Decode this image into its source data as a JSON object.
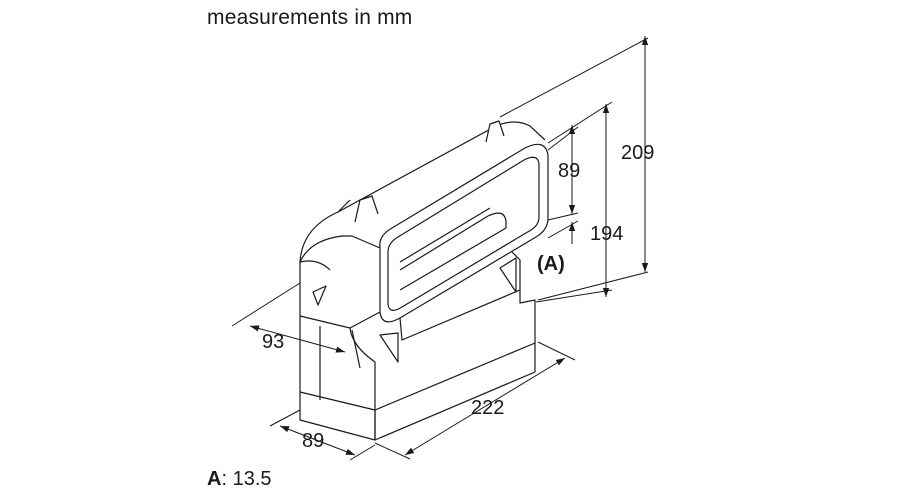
{
  "header": {
    "title": "measurements in mm"
  },
  "dimensions": {
    "overall_height": "209",
    "fitting_height": "194",
    "outlet_height": "89",
    "depth": "93",
    "width": "222",
    "inlet_depth": "89",
    "callout": "(A)"
  },
  "legend": {
    "key": "A",
    "separator": ": ",
    "value": "13.5"
  }
}
